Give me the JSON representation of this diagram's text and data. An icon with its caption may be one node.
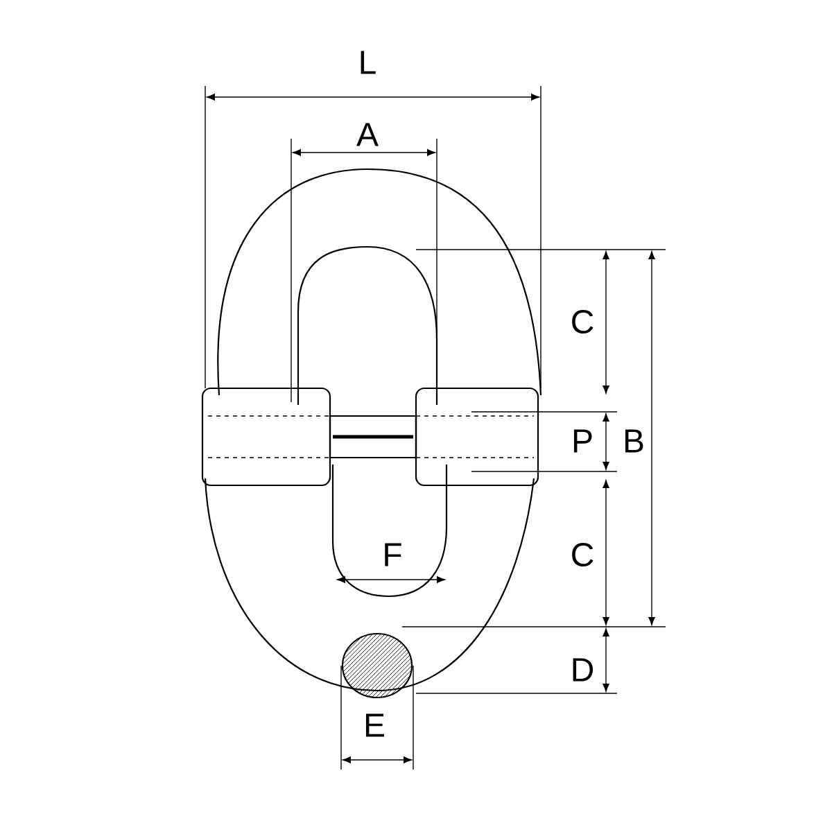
{
  "diagram": {
    "labels": [
      "L",
      "A",
      "C",
      "P",
      "B",
      "C",
      "F",
      "D",
      "E"
    ]
  }
}
